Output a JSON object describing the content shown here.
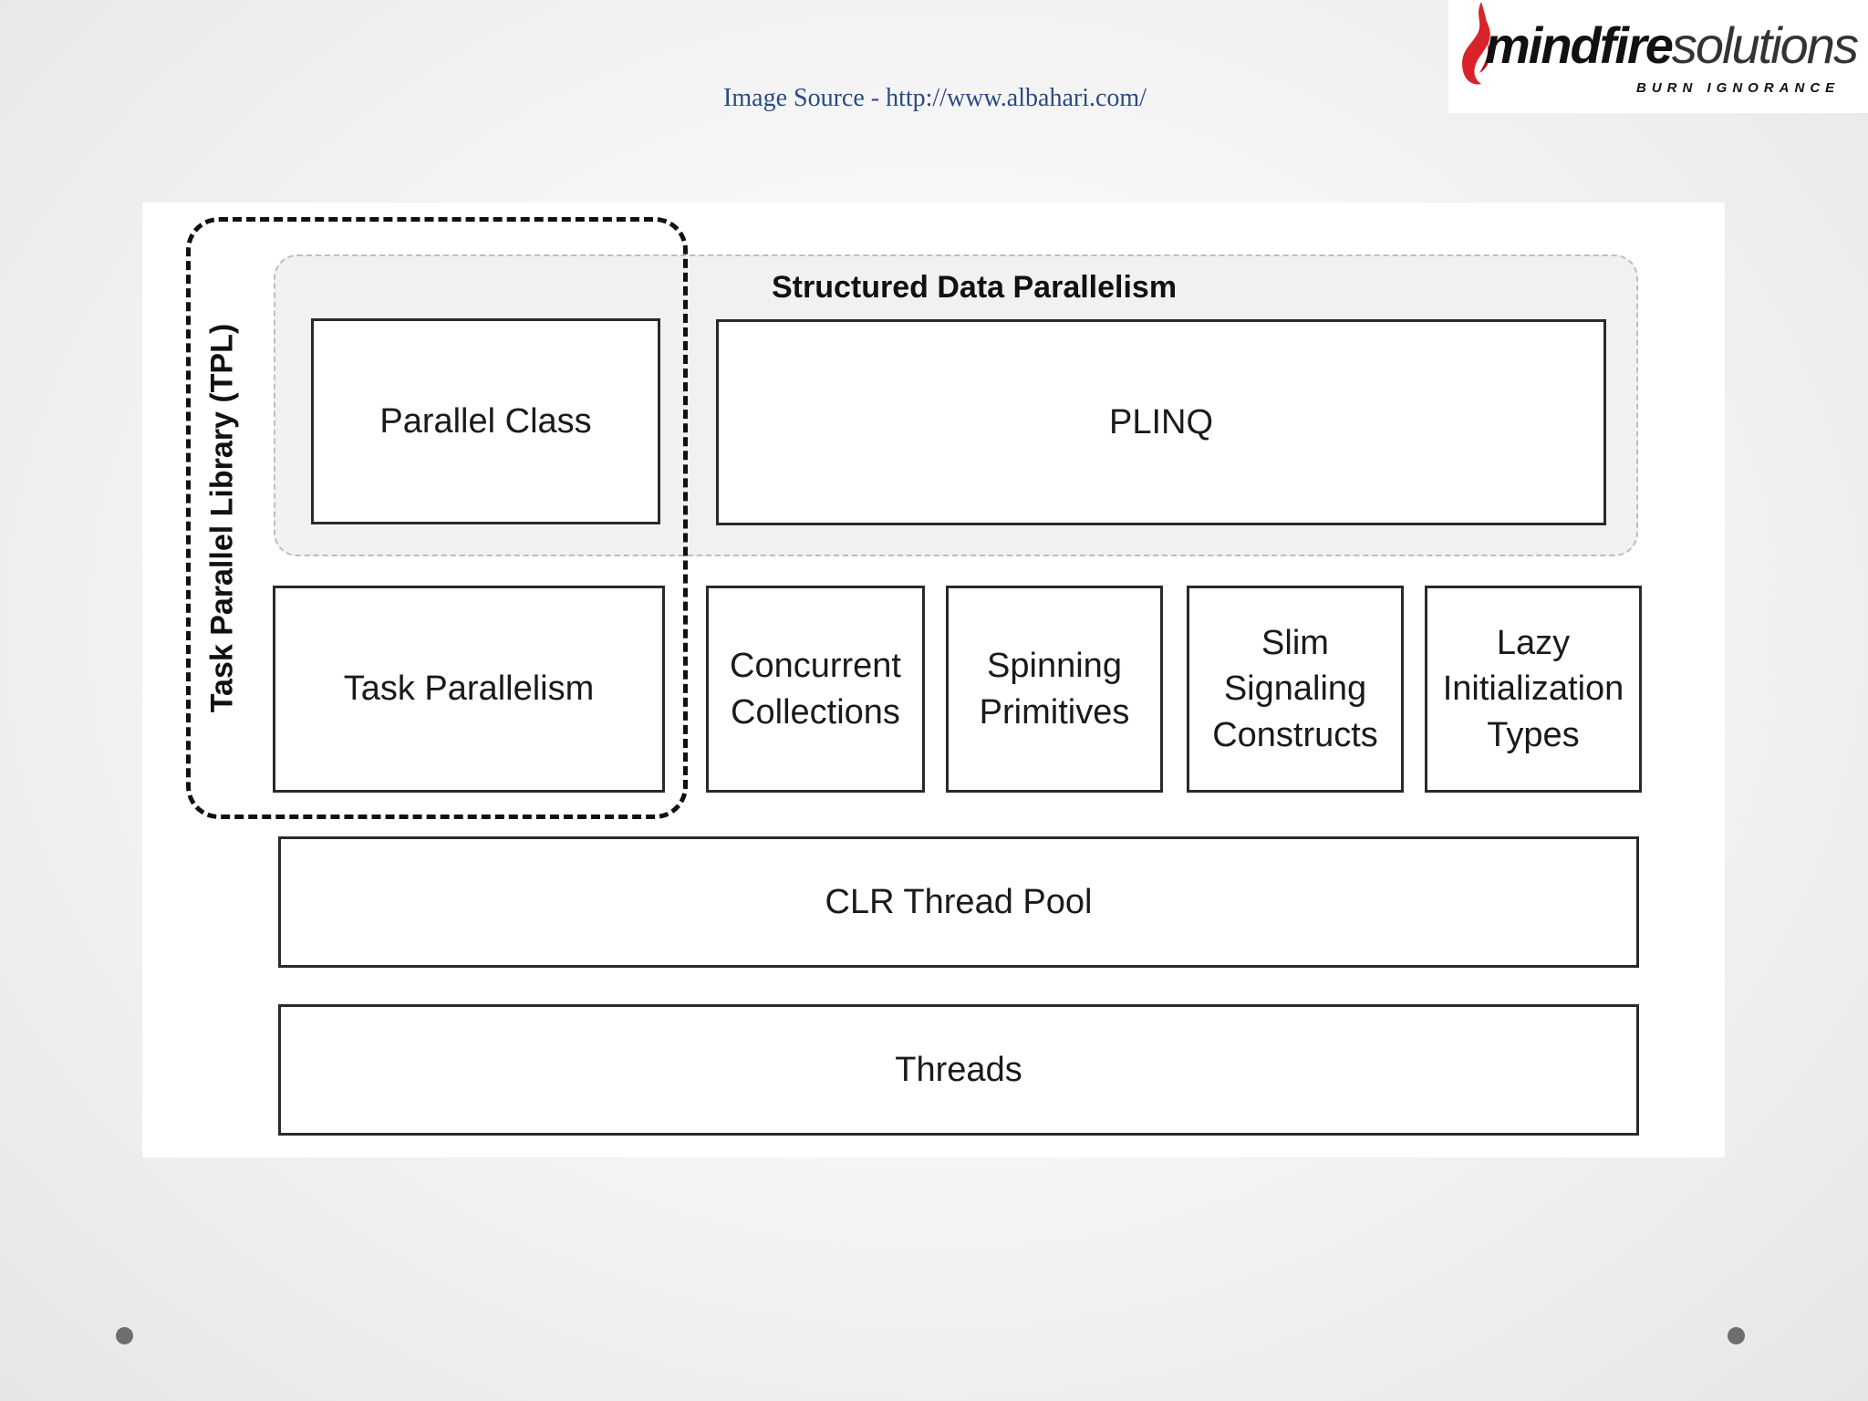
{
  "header": {
    "image_source": "Image Source - http://www.albahari.com/"
  },
  "logo": {
    "word_bold": "mindfire",
    "word_light": "solutions",
    "tagline": "BURN IGNORANCE"
  },
  "diagram": {
    "tpl_label": "Task Parallel Library (TPL)",
    "structured_data_parallelism_label": "Structured Data Parallelism",
    "parallel_class": "Parallel Class",
    "plinq": "PLINQ",
    "task_parallelism": "Task Parallelism",
    "concurrent_collections": [
      "Concurrent",
      "Collections"
    ],
    "spinning_primitives": [
      "Spinning",
      "Primitives"
    ],
    "slim_signaling_constructs": [
      "Slim",
      "Signaling",
      "Constructs"
    ],
    "lazy_initialization_types": [
      "Lazy",
      "Initialization",
      "Types"
    ],
    "clr_thread_pool": "CLR Thread Pool",
    "threads": "Threads"
  },
  "colors": {
    "source_text": "#2b4a86",
    "logo_flame": "#d8232a",
    "box_border": "#2a2a2a",
    "sdp_fill": "#f1f1f1"
  }
}
